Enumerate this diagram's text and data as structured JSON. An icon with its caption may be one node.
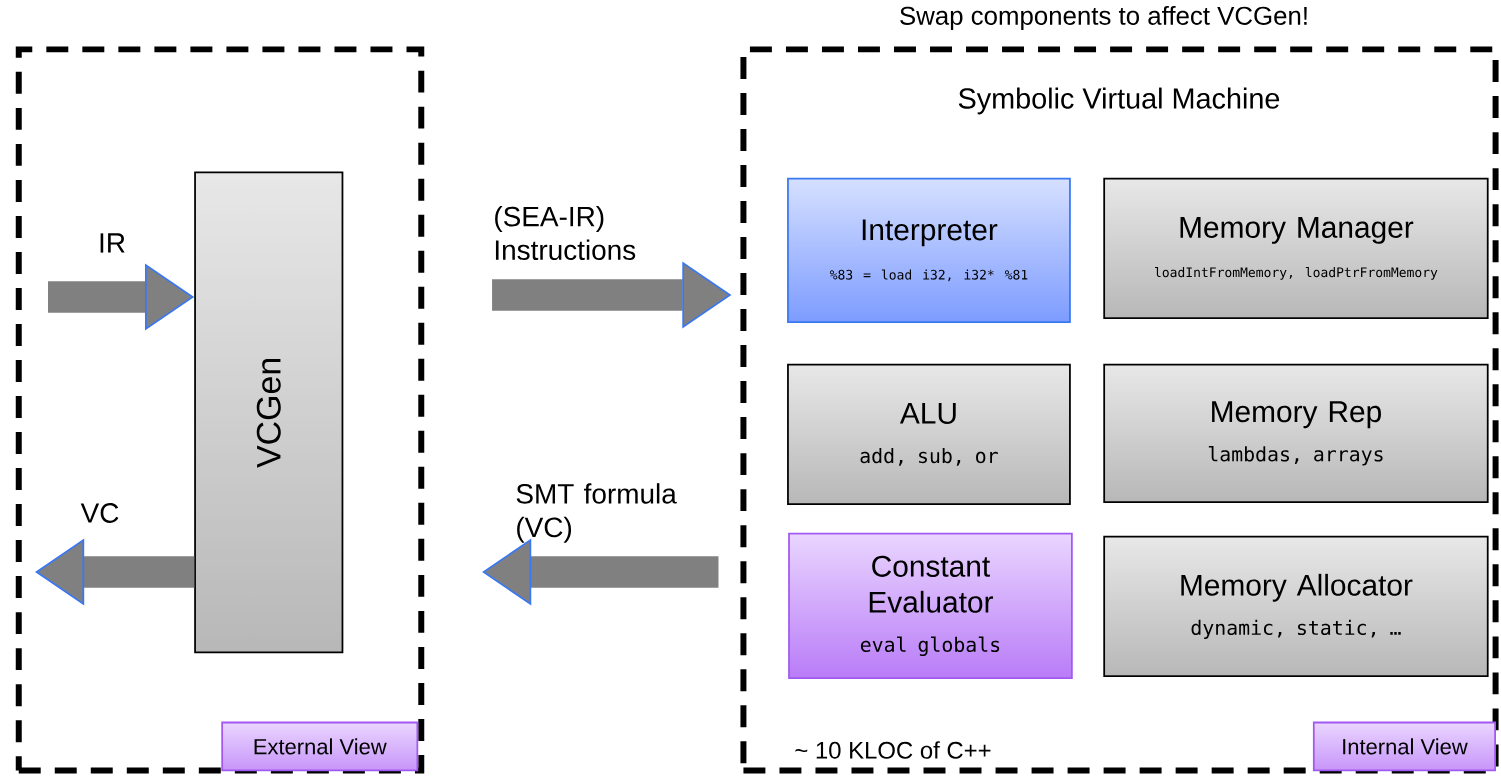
{
  "diagram": {
    "nodes": [
      {
        "text": [],
        "shape": "box"
      },
      {
        "text": [
          "VCGen"
        ],
        "in": 0
      },
      {
        "text": [
          "External View"
        ],
        "in": 0
      },
      {
        "text": [
          "Symbolic Virtual Machine",
          "~ 10 KLOC of C++"
        ],
        "beside": [
          "Swap components to affect VCGen!"
        ]
      },
      {
        "text": [
          "Interpreter",
          "%83 = load i32, i32* %81"
        ],
        "in": 3
      },
      {
        "text": [
          "Memory Manager",
          "loadIntFromMemory, loadPtrFromMemory"
        ],
        "in": 3
      },
      {
        "text": [
          "ALU",
          "add, sub, or"
        ],
        "in": 3
      },
      {
        "text": [
          "Memory Rep",
          "lambdas, arrays"
        ],
        "in": 3
      },
      {
        "text": [
          "Constant Evaluator",
          "eval globals"
        ],
        "in": 3
      },
      {
        "text": [
          "Memory Allocator",
          "dynamic, static, …"
        ],
        "in": 3
      },
      {
        "text": [
          "Internal View"
        ],
        "in": 3
      }
    ],
    "edges": [
      {
        "from": null,
        "to": 1,
        "arrow": "to",
        "label": "IR"
      },
      {
        "from": 1,
        "to": null,
        "arrow": "to",
        "label": "VC"
      },
      {
        "from": 0,
        "to": 3,
        "arrow": "to",
        "label": "(SEA-IR) Instructions"
      },
      {
        "from": 3,
        "to": 0,
        "arrow": "to",
        "label": "SMT formula (VC)"
      }
    ]
  }
}
